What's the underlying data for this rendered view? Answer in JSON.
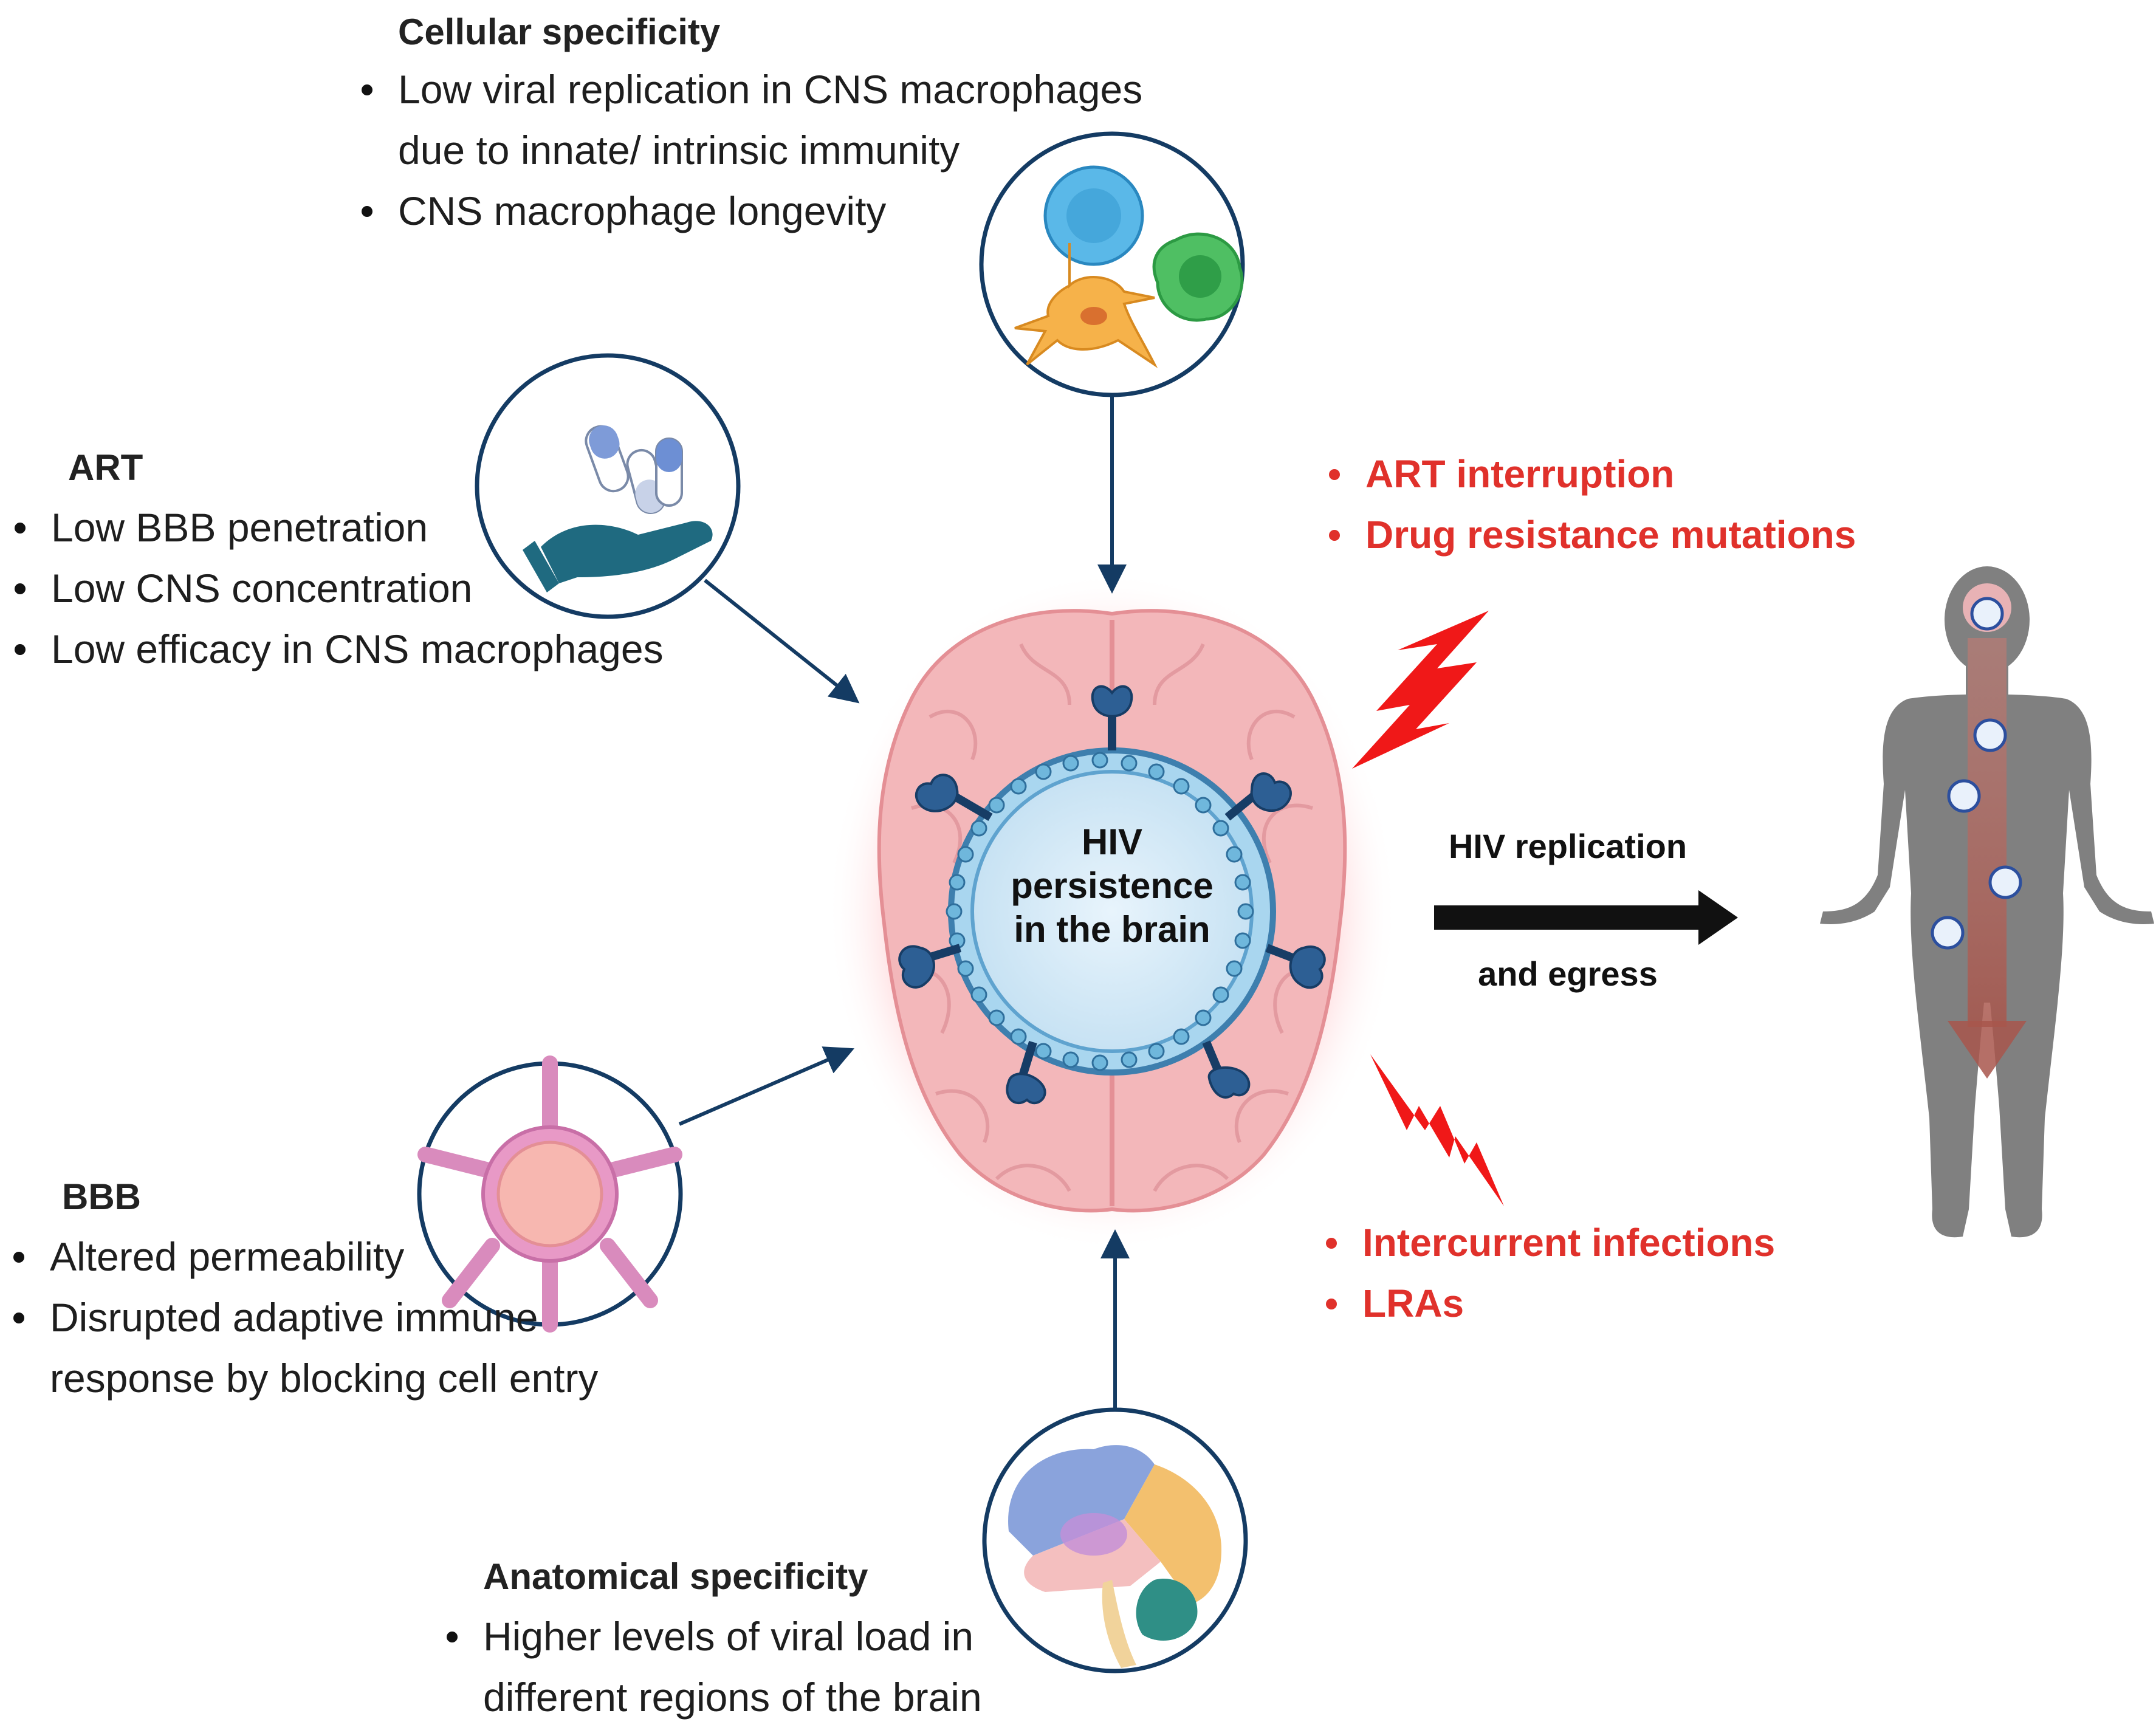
{
  "center": {
    "lines": [
      "HIV",
      "persistence",
      "in the brain"
    ]
  },
  "cellular": {
    "title": "Cellular specificity",
    "items": [
      "Low viral replication in CNS macrophages due to innate/ intrinsic immunity",
      "CNS macrophage longevity"
    ]
  },
  "art": {
    "title": "ART",
    "items": [
      "Low BBB penetration",
      "Low CNS concentration",
      "Low efficacy in CNS macrophages"
    ]
  },
  "bbb": {
    "title": "BBB",
    "items": [
      "Altered permeability",
      "Disrupted adaptive immune response by blocking cell entry"
    ]
  },
  "anatomical": {
    "title": "Anatomical specificity",
    "items": [
      "Higher levels of viral load in different regions of the brain"
    ]
  },
  "triggers_top": [
    "ART interruption",
    "Drug resistance mutations"
  ],
  "triggers_bottom": [
    "Intercurrent infections",
    "LRAs"
  ],
  "egress": {
    "line1": "HIV  replication",
    "line2": "and egress"
  },
  "colors": {
    "navy": "#143b63",
    "red": "#e0312b",
    "brain": "#f2b6b8",
    "virus_fill": "#d9ecf8"
  },
  "icons": [
    "cells-icon",
    "pills-hand-icon",
    "blood-vessel-icon",
    "brain-sagittal-icon",
    "lightning-icon",
    "human-body-icon",
    "virus-icon"
  ]
}
